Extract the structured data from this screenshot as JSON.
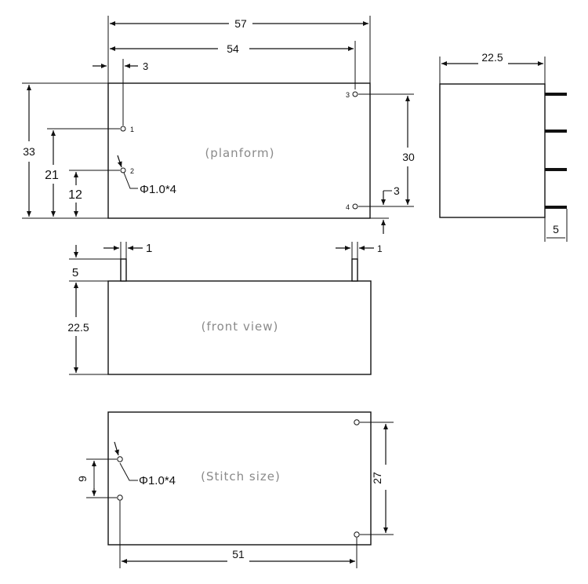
{
  "planform": {
    "caption": "(planform)",
    "dim_57": "57",
    "dim_54": "54",
    "dim_3_top": "3",
    "dim_33": "33",
    "dim_21": "21",
    "dim_12": "12",
    "dim_30": "30",
    "dim_3_right": "3",
    "hole_note": "Φ1.0*4",
    "pins": [
      "1",
      "2",
      "3",
      "4"
    ]
  },
  "side_view": {
    "dim_22_5": "22.5",
    "dim_5": "5"
  },
  "front_view": {
    "caption": "(front view)",
    "dim_1_left": "1",
    "dim_1_right": "1",
    "dim_5": "5",
    "dim_22_5": "22.5"
  },
  "stitch_size": {
    "caption": "(Stitch size)",
    "dim_9": "9",
    "dim_27": "27",
    "dim_51": "51",
    "hole_note": "Φ1.0*4"
  }
}
